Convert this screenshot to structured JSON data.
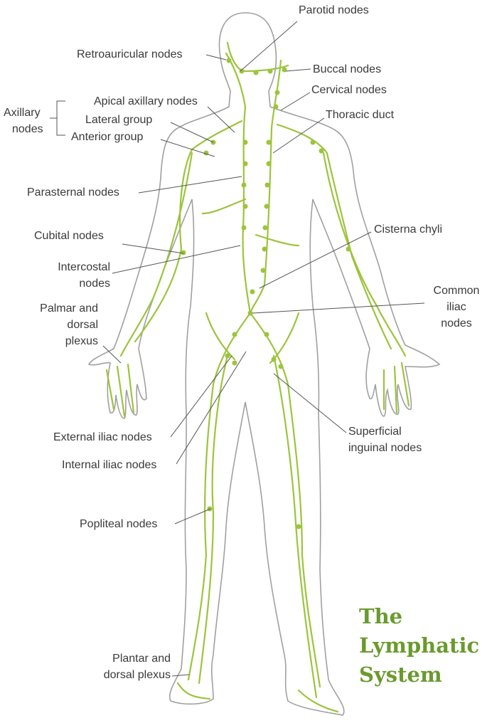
{
  "colors": {
    "vessel": "#9cc43c",
    "outline": "#9a9a9a",
    "label": "#3a3a3a",
    "title": "#6a9a2e"
  },
  "title": {
    "line1": "The",
    "line2": "Lymphatic",
    "line3": "System"
  },
  "labels": {
    "parotid": "Parotid nodes",
    "retroauricular": "Retroauricular nodes",
    "buccal": "Buccal nodes",
    "cervical": "Cervical nodes",
    "axillary_1": "Axillary",
    "axillary_2": "nodes",
    "apical_axillary": "Apical axillary nodes",
    "lateral_group": "Lateral group",
    "anterior_group": "Anterior group",
    "thoracic_duct": "Thoracic duct",
    "parasternal": "Parasternal nodes",
    "cubital": "Cubital nodes",
    "intercostal_1": "Intercostal",
    "intercostal_2": "nodes",
    "cisterna_chyli": "Cisterna chyli",
    "common_iliac_1": "Common",
    "common_iliac_2": "iliac",
    "common_iliac_3": "nodes",
    "palmar_1": "Palmar and",
    "palmar_2": "dorsal",
    "palmar_3": "plexus",
    "external_iliac": "External iliac nodes",
    "internal_iliac": "Internal iliac nodes",
    "superficial_inguinal_1": "Superficial",
    "superficial_inguinal_2": "inguinal nodes",
    "popliteal": "Popliteal nodes",
    "plantar_1": "Plantar and",
    "plantar_2": "dorsal plexus"
  }
}
